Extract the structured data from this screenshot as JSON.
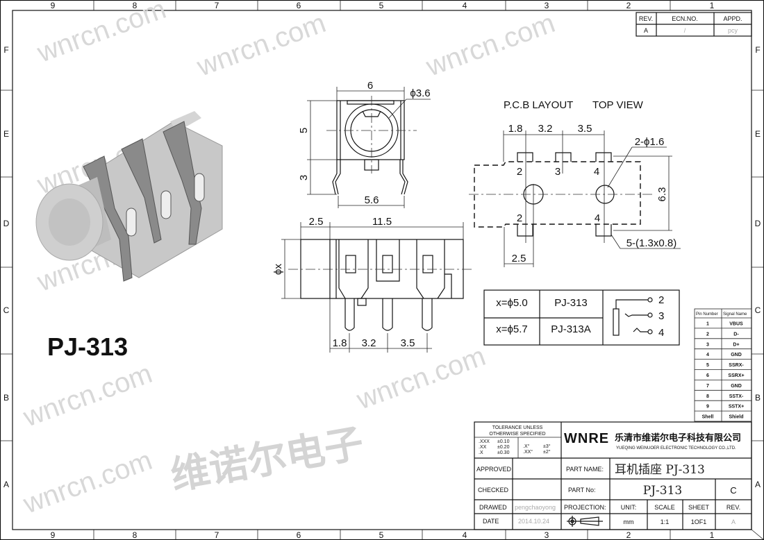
{
  "frame": {
    "zones_top": [
      "9",
      "8",
      "7",
      "6",
      "5",
      "4",
      "3",
      "2",
      "1"
    ],
    "zones_side": [
      "F",
      "E",
      "D",
      "C",
      "B",
      "A"
    ]
  },
  "watermark": {
    "text": "wnrcn.com",
    "cn_text": "维诺尔电子"
  },
  "product_label": "PJ-313",
  "revision_block": {
    "headers": [
      "REV.",
      "ECN.NO.",
      "APPD."
    ],
    "row": [
      "A",
      "/",
      "pcy"
    ]
  },
  "front_view": {
    "dims": {
      "width": "6",
      "hole": "ϕ3.6",
      "height": "5",
      "leg": "3",
      "pitch": "5.6"
    }
  },
  "side_view": {
    "dims": {
      "front": "2.5",
      "length": "11.5",
      "diameter": "ϕx",
      "p1": "1.8",
      "p2": "3.2",
      "p3": "3.5"
    }
  },
  "pcb_layout": {
    "title": "P.C.B LAYOUT",
    "view": "TOP VIEW",
    "dims": {
      "p1": "1.8",
      "p2": "3.2",
      "p3": "3.5",
      "holes": "2-ϕ1.6",
      "height": "6.3",
      "pads": "5-(1.3x0.8)",
      "bottom": "2.5"
    },
    "pad_labels_top": [
      "2",
      "3",
      "4"
    ],
    "pad_labels_bottom": [
      "2",
      "4"
    ]
  },
  "variant_table": {
    "rows": [
      {
        "x": "x=ϕ5.0",
        "model": "PJ-313"
      },
      {
        "x": "x=ϕ5.7",
        "model": "PJ-313A"
      }
    ],
    "schematic_pins": [
      "2",
      "3",
      "4"
    ]
  },
  "pin_table": {
    "headers": [
      "Pin Number",
      "Signal Name"
    ],
    "rows": [
      [
        "1",
        "VBUS"
      ],
      [
        "2",
        "D-"
      ],
      [
        "3",
        "D+"
      ],
      [
        "4",
        "GND"
      ],
      [
        "5",
        "SSRX-"
      ],
      [
        "6",
        "SSRX+"
      ],
      [
        "7",
        "GND"
      ],
      [
        "8",
        "SSTX-"
      ],
      [
        "9",
        "SSTX+"
      ],
      [
        "Shell",
        "Shield"
      ]
    ]
  },
  "title_block": {
    "tolerance_title_1": "TOLERANCE UNLESS",
    "tolerance_title_2": "OTHERWISE SPECIFIED",
    "tol_linear": [
      [
        ".XXX",
        "±0.10"
      ],
      [
        ".XX",
        "±0.20"
      ],
      [
        ".X",
        "±0.30"
      ]
    ],
    "tol_angular": [
      [
        ".X°",
        "±3°"
      ],
      [
        ".XX°",
        "±2°"
      ]
    ],
    "company_logo": "WNRE",
    "company_cn": "乐清市维诺尔电子科技有限公司",
    "company_en": "YUEQING WEINUOER ELECTRONIC TECHNOLOGY CO.,LTD.",
    "approved_label": "APPROVED",
    "checked_label": "CHECKED",
    "drawed_label": "DRAWED",
    "drawed_value": "pengchaoyong",
    "date_label": "DATE",
    "date_value": "2014.10.24",
    "part_name_label": "PART NAME:",
    "part_name_value": "耳机插座 PJ-313",
    "part_no_label": "PART No:",
    "part_no_value": "PJ-313",
    "part_rev": "C",
    "projection_label": "PROJECTION:",
    "unit_label": "UNIT:",
    "unit_value": "mm",
    "scale_label": "SCALE",
    "scale_value": "1:1",
    "sheet_label": "SHEET",
    "sheet_value": "1OF1",
    "rev_label": "REV.",
    "rev_value": "A"
  }
}
